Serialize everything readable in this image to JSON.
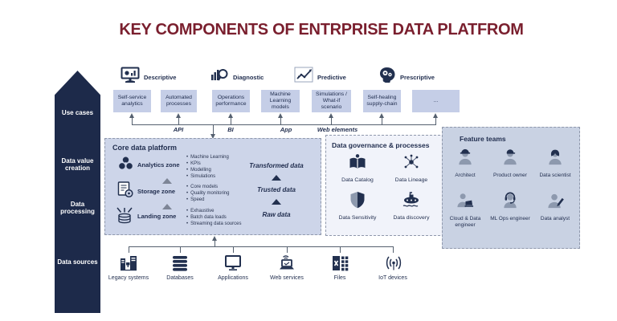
{
  "title": "KEY COMPONENTS OF ENTRPRISE DATA PLATFROM",
  "colors": {
    "navy": "#1d2a4a",
    "maroon": "#7a1f2e",
    "use_case_box_fill": "#c5cee7",
    "core_panel_fill": "#cdd5e9",
    "governance_panel_fill": "#f1f3fa",
    "teams_panel_fill": "#c9d2e3",
    "connector": "#55606f"
  },
  "stages": [
    "Use cases",
    "Data value creation",
    "Data processing",
    "Data sources"
  ],
  "analytics_categories": [
    {
      "label": "Descriptive",
      "icon": "monitor-chart-icon"
    },
    {
      "label": "Diagnostic",
      "icon": "magnifier-chart-icon"
    },
    {
      "label": "Predictive",
      "icon": "trend-scatter-icon"
    },
    {
      "label": "Prescriptive",
      "icon": "head-gears-icon"
    }
  ],
  "use_case_boxes": [
    "Self-service analytics",
    "Automated processes",
    "Operations performance",
    "Machine Learning models",
    "Simulations / What-if scenario",
    "Self-healing supply-chain",
    "..."
  ],
  "channels": [
    "API",
    "BI",
    "App",
    "Web elements"
  ],
  "core_platform": {
    "title": "Core data platform",
    "zones": [
      {
        "name": "Analytics zone",
        "icon": "analytics-zone-icon",
        "bullets": [
          "Machine Learning",
          "KPIs",
          "Modelling",
          "Simulations"
        ]
      },
      {
        "name": "Storage zone",
        "icon": "storage-zone-icon",
        "bullets": [
          "Core models",
          "Quality monitoring",
          "Speed"
        ]
      },
      {
        "name": "Landing zone",
        "icon": "landing-zone-icon",
        "bullets": [
          "Exhaustive",
          "Batch data loads",
          "Streaming data sources"
        ]
      }
    ],
    "data_states": [
      "Transformed data",
      "Trusted data",
      "Raw data"
    ]
  },
  "governance": {
    "title": "Data governance & processes",
    "items": [
      {
        "label": "Data Catalog",
        "icon": "book-person-icon"
      },
      {
        "label": "Data Lineage",
        "icon": "network-nodes-icon"
      },
      {
        "label": "Data Sensitivity",
        "icon": "shield-icon"
      },
      {
        "label": "Data discovery",
        "icon": "submarine-icon"
      }
    ]
  },
  "feature_teams": {
    "title": "Feature teams",
    "roles": [
      {
        "label": "Architect",
        "icon": "architect-icon"
      },
      {
        "label": "Product owner",
        "icon": "product-owner-icon"
      },
      {
        "label": "Data scientist",
        "icon": "data-scientist-icon"
      },
      {
        "label": "Cloud & Data engineer",
        "icon": "cloud-data-engineer-icon"
      },
      {
        "label": "ML Ops engineer",
        "icon": "ml-ops-engineer-icon"
      },
      {
        "label": "Data analyst",
        "icon": "data-analyst-icon"
      }
    ]
  },
  "data_sources": [
    {
      "label": "Legacy systems",
      "icon": "legacy-systems-icon"
    },
    {
      "label": "Databases",
      "icon": "databases-icon"
    },
    {
      "label": "Applications",
      "icon": "applications-icon"
    },
    {
      "label": "Web services",
      "icon": "web-services-icon"
    },
    {
      "label": "Files",
      "icon": "files-icon"
    },
    {
      "label": "IoT devices",
      "icon": "iot-devices-icon"
    }
  ]
}
